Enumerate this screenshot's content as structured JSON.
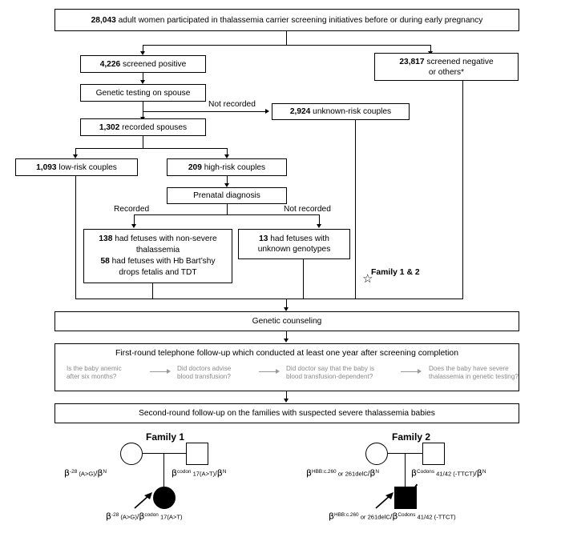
{
  "flow": {
    "top": {
      "number": "28,043",
      "text": " adult women participated in thalassemia carrier screening initiatives before or during early pregnancy"
    },
    "screened_positive": {
      "number": "4,226",
      "text": " screened positive"
    },
    "screened_negative": {
      "number": "23,817",
      "text": " screened negative",
      "line2": "or others*"
    },
    "genetic_testing_spouse": {
      "text": "Genetic testing on spouse"
    },
    "not_recorded_label_1": "Not recorded",
    "unknown_risk": {
      "number": "2,924",
      "text": " unknown-risk couples"
    },
    "recorded_spouses": {
      "number": "1,302",
      "text": " recorded spouses"
    },
    "low_risk": {
      "number": "1,093",
      "text": " low-risk couples"
    },
    "high_risk": {
      "number": "209",
      "text": " high-risk couples"
    },
    "prenatal_diagnosis": {
      "text": "Prenatal diagnosis"
    },
    "recorded_label": "Recorded",
    "not_recorded_label_2": "Not recorded",
    "nonsevere": {
      "num1": "138",
      "line1": " had fetuses with non-severe",
      "line2": "thalassemia",
      "num2": "58",
      "line3": " had fetuses with Hb Bart’shy",
      "line4": "drops fetalis and TDT"
    },
    "unknown_genotypes": {
      "number": "13",
      "line1": " had fetuses with",
      "line2": "unknown genotypes"
    },
    "family_star": {
      "glyph": "☆",
      "label": "Family 1 & 2"
    },
    "genetic_counseling": {
      "text": "Genetic counseling"
    },
    "first_round": {
      "title": "First-round telephone follow-up which conducted at least one year after screening completion",
      "questions": [
        {
          "line1": "Is the baby anemic",
          "line2": "after six months?"
        },
        {
          "line1": "Did doctors advise",
          "line2": "blood transfusion?"
        },
        {
          "line1": "Did doctor say that the baby is",
          "line2": "blood transfusion-dependent?"
        },
        {
          "line1": "Does the baby have severe",
          "line2": "thalassemia in genetic testing?"
        }
      ]
    },
    "second_round": {
      "text": "Second-round follow-up on the families with suspected severe thalassemia babies"
    }
  },
  "pedigrees": [
    {
      "title": "Family 1",
      "mother_genotype": {
        "beta": "β",
        "sup": "-28",
        "mid": " (A>G)",
        "slash": "/",
        "beta2": "β",
        "sup2": "N"
      },
      "father_genotype": {
        "beta": "β",
        "sup": "codon",
        "mid": " 17(A>T)",
        "slash": "/",
        "beta2": "β",
        "sup2": "N"
      },
      "child_genotype": {
        "beta": "β",
        "sup": "-28",
        "mid": " (A>G)",
        "slash": "/",
        "beta2": "β",
        "sup2": "codon",
        "tail": " 17(A>T)"
      },
      "child_shape": "circle",
      "child_affected": true
    },
    {
      "title": "Family 2",
      "mother_genotype": {
        "beta": "β",
        "sup": "HBB:c.260",
        "mid": " or  261delC",
        "slash": "/",
        "beta2": "β",
        "sup2": "N"
      },
      "father_genotype": {
        "beta": "β",
        "sup": "Codons",
        "mid": " 41/42  (-TTCT)",
        "slash": "/",
        "beta2": "β",
        "sup2": "N"
      },
      "child_genotype": {
        "beta": "β",
        "sup": "HBB:c.260",
        "mid": " or 261delC",
        "slash": "/",
        "beta2": "β",
        "sup2": "Codons",
        "tail": " 41/42 (-TTCT)"
      },
      "child_shape": "square",
      "child_affected": true
    }
  ],
  "colors": {
    "stroke": "#000000",
    "muted": "#8a8a8a",
    "background": "#ffffff"
  }
}
